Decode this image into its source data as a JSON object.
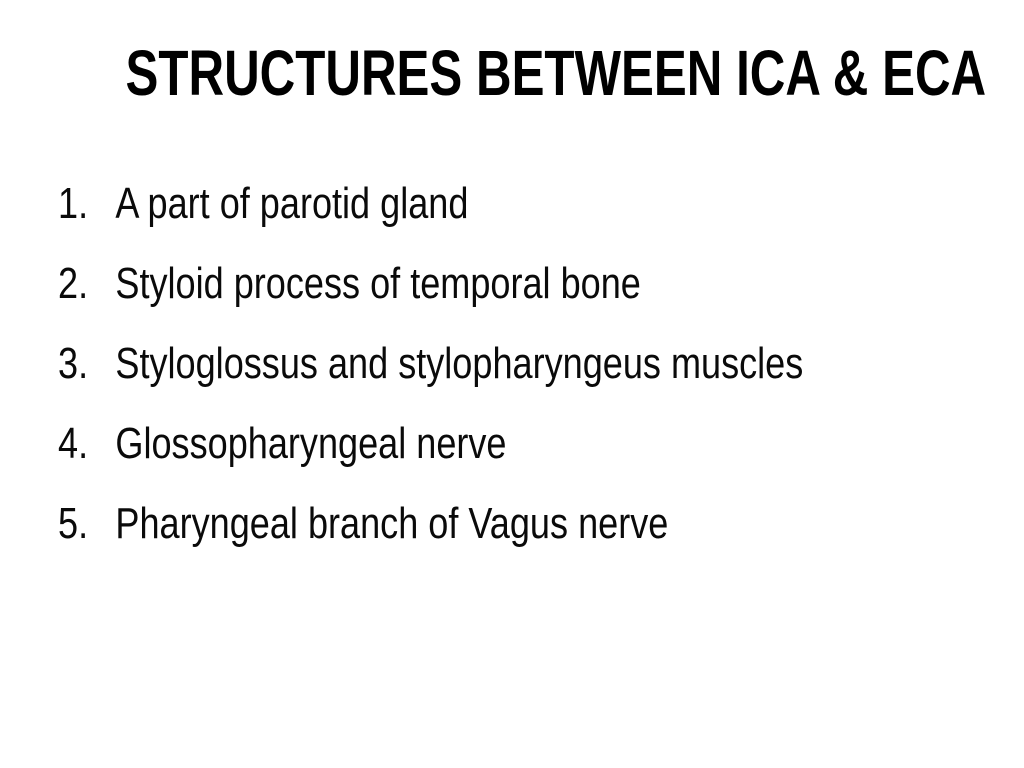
{
  "slide": {
    "title": "STRUCTURES BETWEEN ICA & ECA",
    "items": [
      {
        "number": "1.",
        "text": "A part of parotid gland"
      },
      {
        "number": "2.",
        "text": "Styloid process of temporal bone"
      },
      {
        "number": "3.",
        "text": "Styloglossus and stylopharyngeus muscles"
      },
      {
        "number": "4.",
        "text": "Glossopharyngeal nerve"
      },
      {
        "number": "5.",
        "text": "Pharyngeal branch of Vagus nerve"
      }
    ],
    "colors": {
      "background": "#ffffff",
      "text": "#000000"
    }
  }
}
